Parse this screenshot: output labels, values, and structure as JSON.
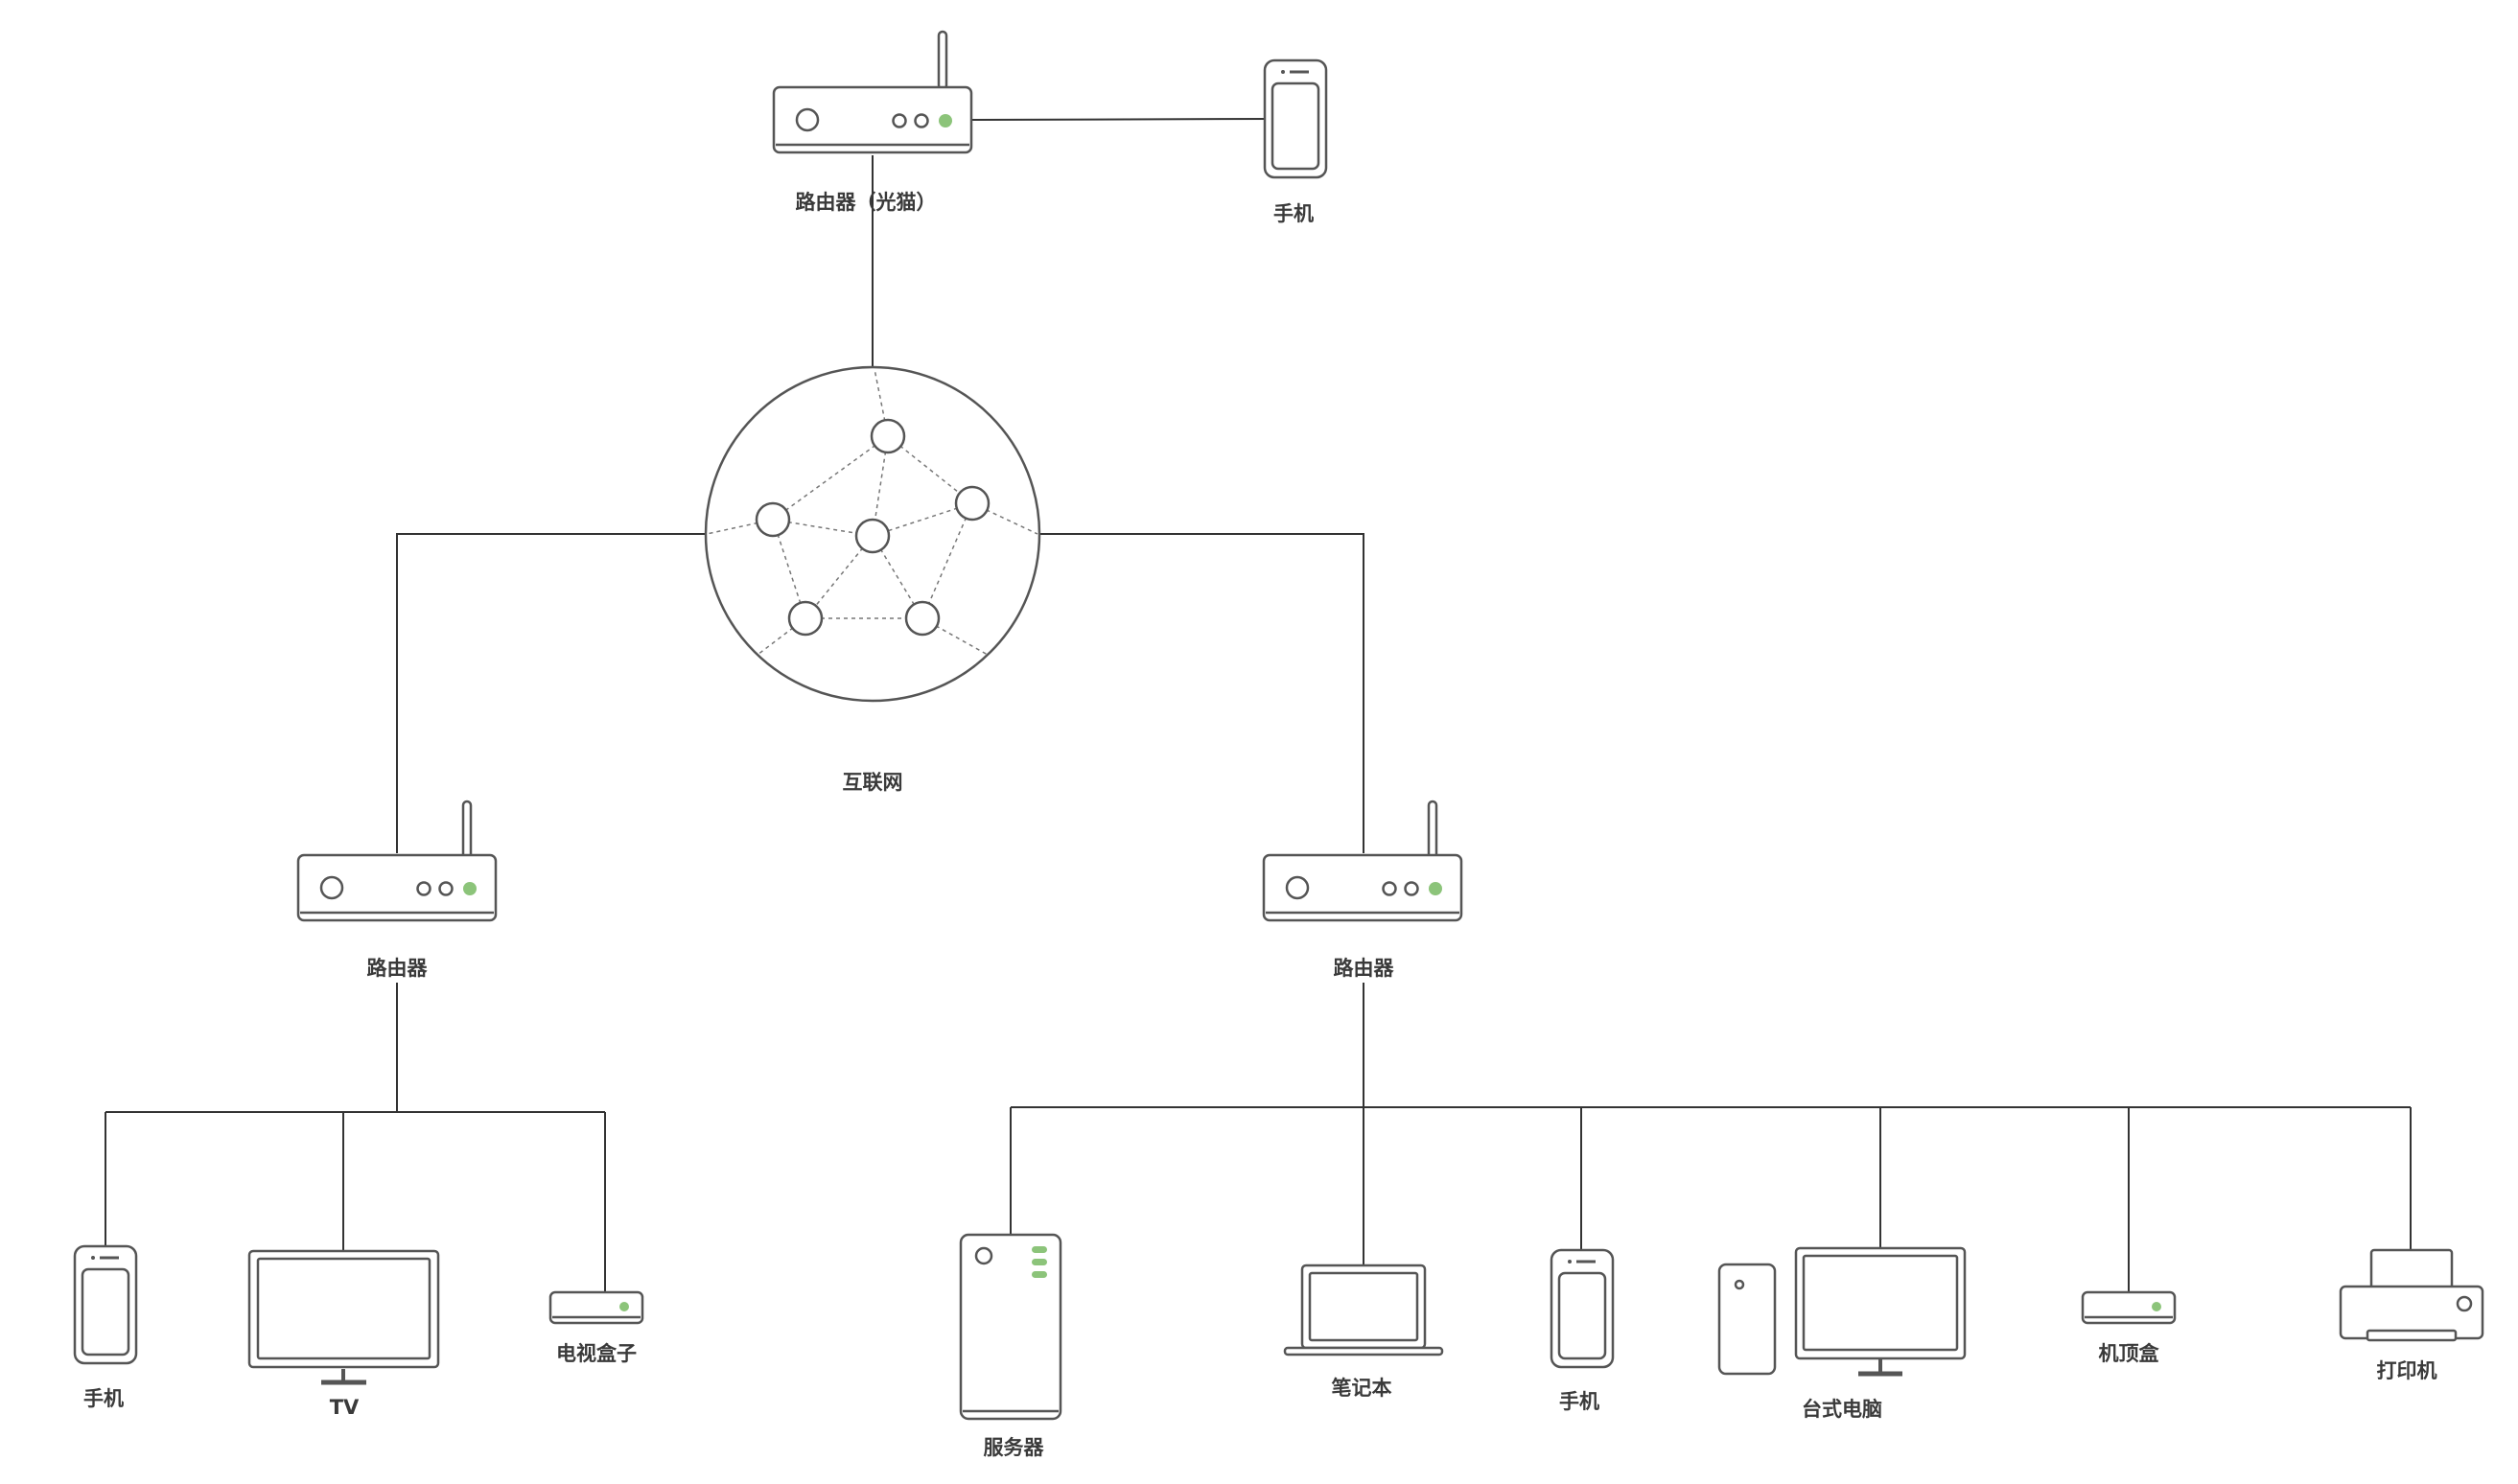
{
  "labels": {
    "modem": "路由器（光猫）",
    "phone_top": "手机",
    "internet": "互联网",
    "router_left": "路由器",
    "router_right": "路由器",
    "phone_left": "手机",
    "tv": "TV",
    "tv_box": "电视盒子",
    "server": "服务器",
    "laptop": "笔记本",
    "phone_right": "手机",
    "desktop": "台式电脑",
    "set_top_box": "机顶盒",
    "printer": "打印机"
  },
  "colors": {
    "stroke": "#555555",
    "link": "#333333",
    "led": "#8cc47a",
    "dotted": "#777777"
  }
}
